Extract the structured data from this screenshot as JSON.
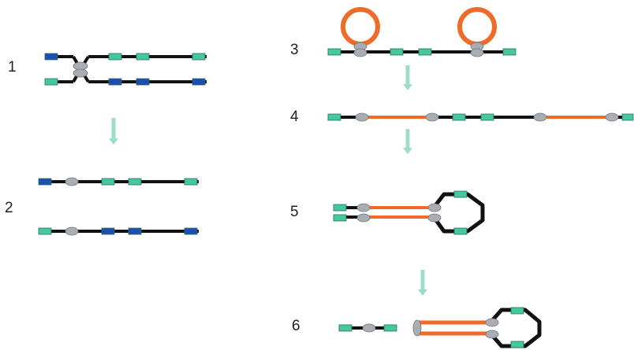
{
  "colors": {
    "strand": "#111111",
    "insert": "#f06a2a",
    "element_green": "#45c8a0",
    "element_blue": "#1e4fb0",
    "junction_gray": "#a9aeb4",
    "arrow": "#9fdcc8"
  },
  "steps": [
    {
      "label": "1"
    },
    {
      "label": "2"
    },
    {
      "label": "3"
    },
    {
      "label": "4"
    },
    {
      "label": "5"
    },
    {
      "label": "6"
    }
  ]
}
